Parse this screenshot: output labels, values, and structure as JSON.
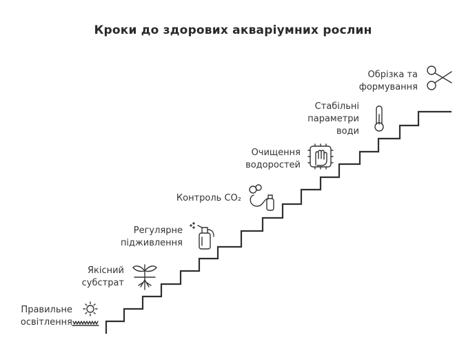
{
  "title": "Кроки до здорових акваріумних рослин",
  "colors": {
    "ink": "#333333",
    "background": "#ffffff"
  },
  "steps": [
    {
      "lines": [
        "Правильне",
        "освітлення"
      ],
      "icon": "sun-grass-icon"
    },
    {
      "lines": [
        "Якісний",
        "субстрат"
      ],
      "icon": "sprout-roots-icon"
    },
    {
      "lines": [
        "Регулярне",
        "підживлення"
      ],
      "icon": "spray-bottle-icon"
    },
    {
      "lines": [
        "Контроль CO₂"
      ],
      "icon": "co2-cylinder-icon"
    },
    {
      "lines": [
        "Очищення",
        "водоростей"
      ],
      "icon": "scrub-hand-icon"
    },
    {
      "lines": [
        "Стабільні",
        "параметри",
        "води"
      ],
      "icon": "thermometer-icon"
    },
    {
      "lines": [
        "Обрізка та",
        "формування"
      ],
      "icon": "scissors-icon"
    }
  ]
}
